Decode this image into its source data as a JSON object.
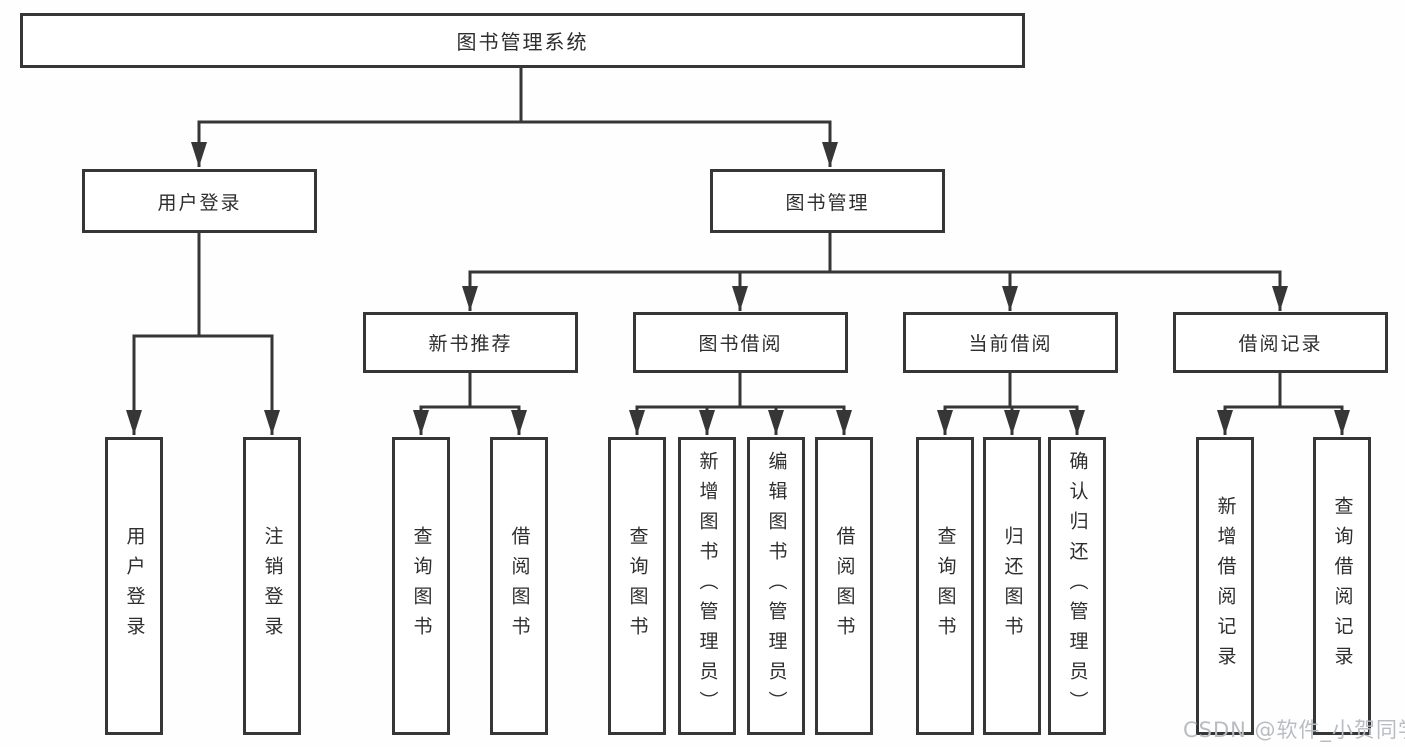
{
  "tree": {
    "root": {
      "label": "图书管理系统"
    },
    "branches": [
      {
        "label": "用户登录",
        "children": [
          "用户登录",
          "注销登录"
        ]
      },
      {
        "label": "图书管理",
        "sections": [
          {
            "label": "新书推荐",
            "children": [
              "查询图书",
              "借阅图书"
            ]
          },
          {
            "label": "图书借阅",
            "children": [
              "查询图书",
              "新增图书（管理员）",
              "编辑图书（管理员）",
              "借阅图书"
            ]
          },
          {
            "label": "当前借阅",
            "children": [
              "查询图书",
              "归还图书",
              "确认归还（管理员）"
            ]
          },
          {
            "label": "借阅记录",
            "children": [
              "新增借阅记录",
              "查询借阅记录"
            ]
          }
        ]
      }
    ]
  },
  "watermark": "CSDN @软件_小贺同学",
  "colors": {
    "line": "#363636",
    "box_border": "#363636",
    "text": "#2e2e2e",
    "watermark": "#b9bdc2",
    "background": "#fefefe"
  }
}
